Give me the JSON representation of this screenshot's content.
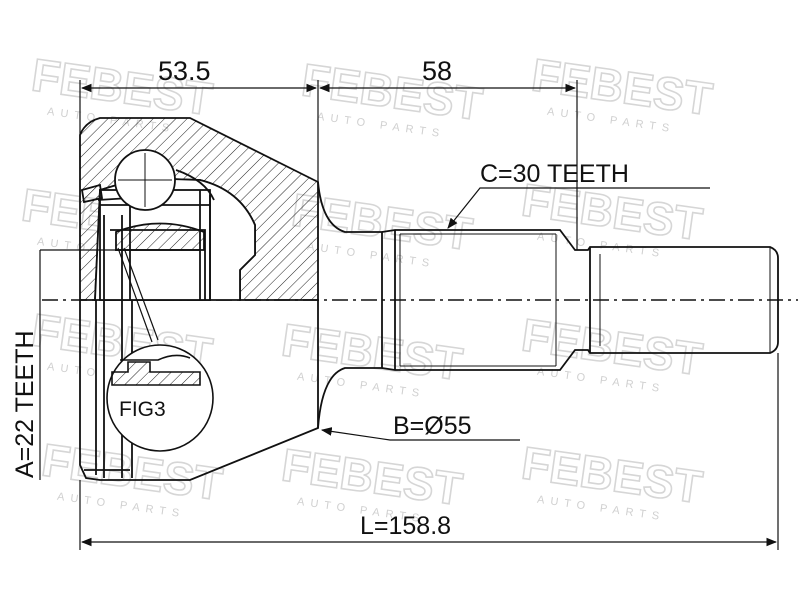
{
  "watermark": {
    "brand": "FEBEST",
    "sub": "AUTO PARTS"
  },
  "dimensions": {
    "length_left": "53.5",
    "length_middle": "58",
    "total_length": "L=158.8",
    "outer_spline": "C=30 TEETH",
    "inner_spline": "A=22 TEETH",
    "diameter": "B=Ø55",
    "detail_label": "FIG3"
  },
  "colors": {
    "line": "#111111",
    "watermark": "#d6d6d6"
  }
}
